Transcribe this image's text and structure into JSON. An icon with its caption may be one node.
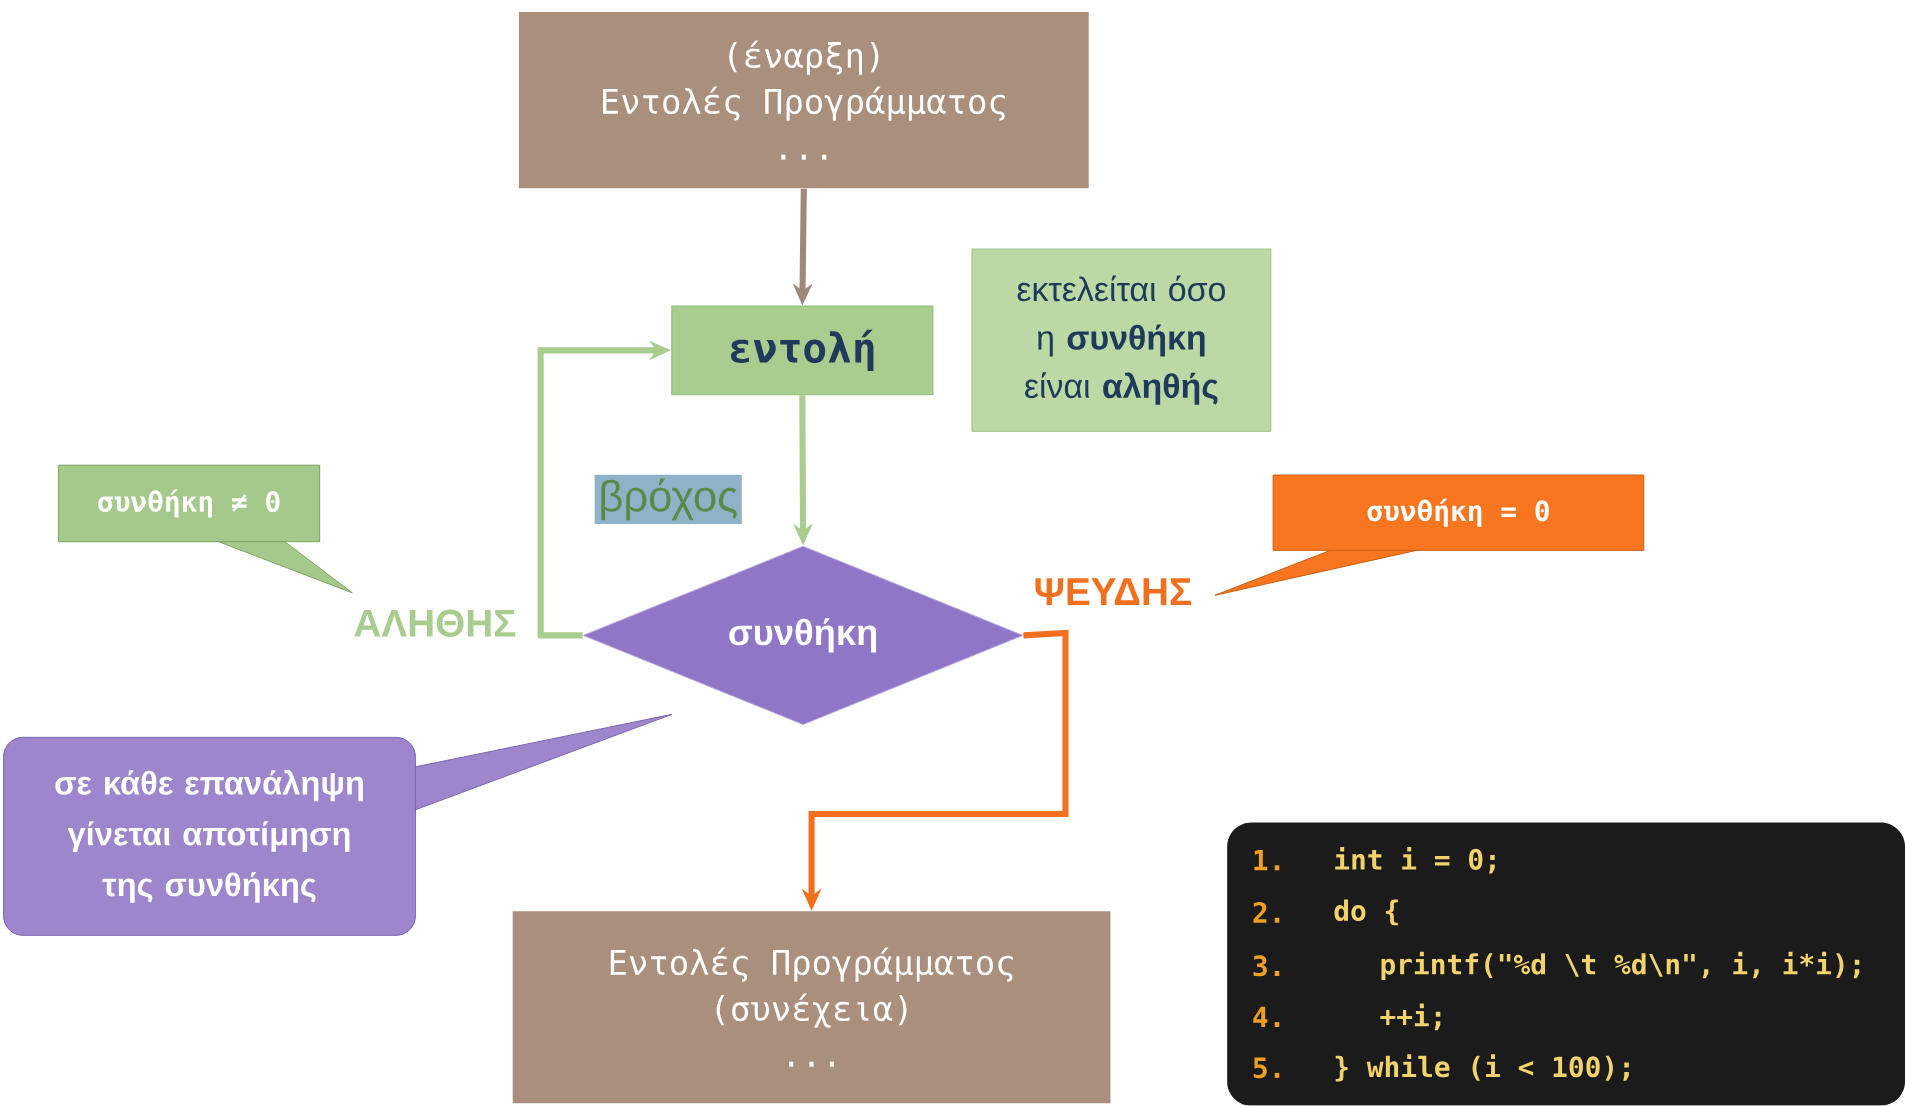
{
  "diagram": {
    "nodes": [
      {
        "text": [
          "(έναρξη)",
          "Εντολές Προγράμματος",
          "..."
        ]
      },
      {
        "text": [
          "εντολή"
        ]
      },
      {
        "text": [
          "συνθήκη"
        ]
      },
      {
        "text": [
          "Εντολές Προγράμματος",
          "(συνέχεια)",
          "..."
        ]
      },
      {
        "text": [
          "εκτελείται όσο η **συνθήκη** είναι **αληθής**"
        ]
      },
      {
        "text": [
          "συνθήκη ≠ 0"
        ]
      },
      {
        "text": [
          "συνθήκη = 0"
        ]
      },
      {
        "text": [
          "σε κάθε επανάληψη γίνεται αποτίμηση της συνθήκης"
        ]
      },
      {
        "text": [
          "1.",
          "int i = 0;",
          "2.",
          "do {",
          "3.",
          "printf(\"%d \\t %d\\n\", i, i*i);",
          "4.",
          "++i;",
          "5.",
          "} while (i < 100);"
        ]
      }
    ],
    "edges": [
      {
        "from": 0,
        "to": 1,
        "arrow": "to",
        "color": "#a08878"
      },
      {
        "from": 1,
        "to": 2,
        "arrow": "to",
        "color": "#a9cc8f"
      },
      {
        "from": 2,
        "to": 1,
        "arrow": "to",
        "label": "ΑΛΗΘΗΣ",
        "color": "#a9cc8f"
      },
      {
        "from": 2,
        "to": 3,
        "arrow": "to",
        "label": "ΨΕΥΔΗΣ",
        "color": "#f26f1d"
      }
    ],
    "labels": [
      "βρόχος"
    ]
  }
}
